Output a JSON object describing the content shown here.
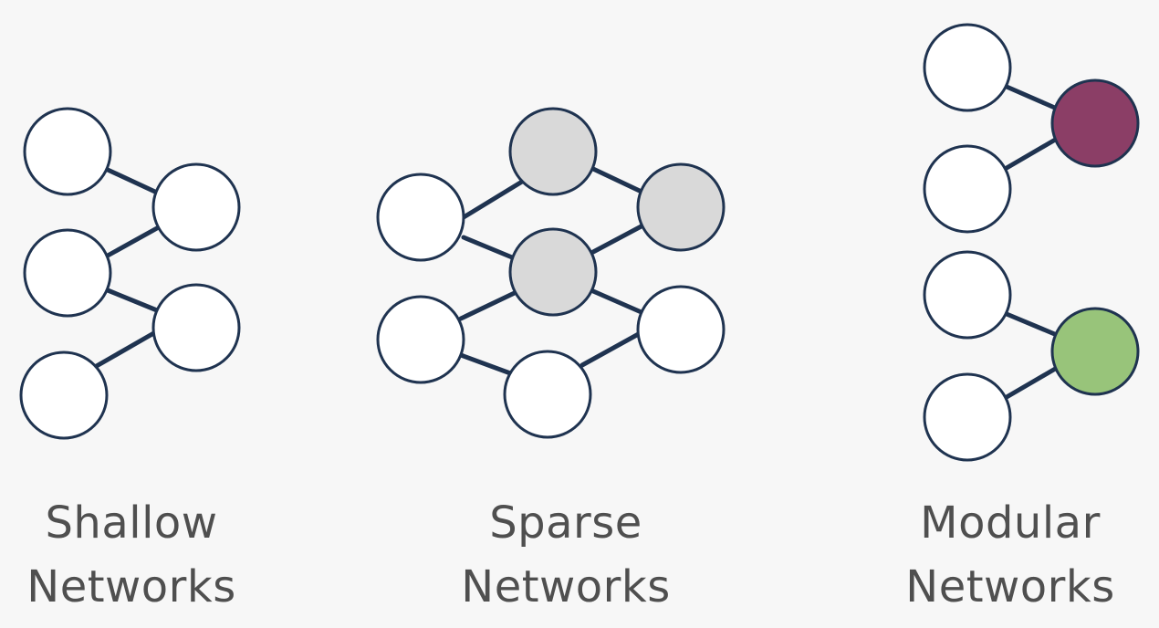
{
  "colors": {
    "background": "#f7f7f7",
    "edge": "#1f3350",
    "node_default": "#ffffff",
    "node_hidden": "#d9d9d9",
    "node_module_a": "#8b3e66",
    "node_module_b": "#98c47a",
    "caption_text": "#4f4f4f"
  },
  "panels": [
    {
      "id": "shallow",
      "caption_line1": "Shallow",
      "caption_line2": "Networks"
    },
    {
      "id": "sparse",
      "caption_line1": "Sparse",
      "caption_line2": "Networks"
    },
    {
      "id": "modular",
      "caption_line1": "Modular",
      "caption_line2": "Networks"
    }
  ]
}
